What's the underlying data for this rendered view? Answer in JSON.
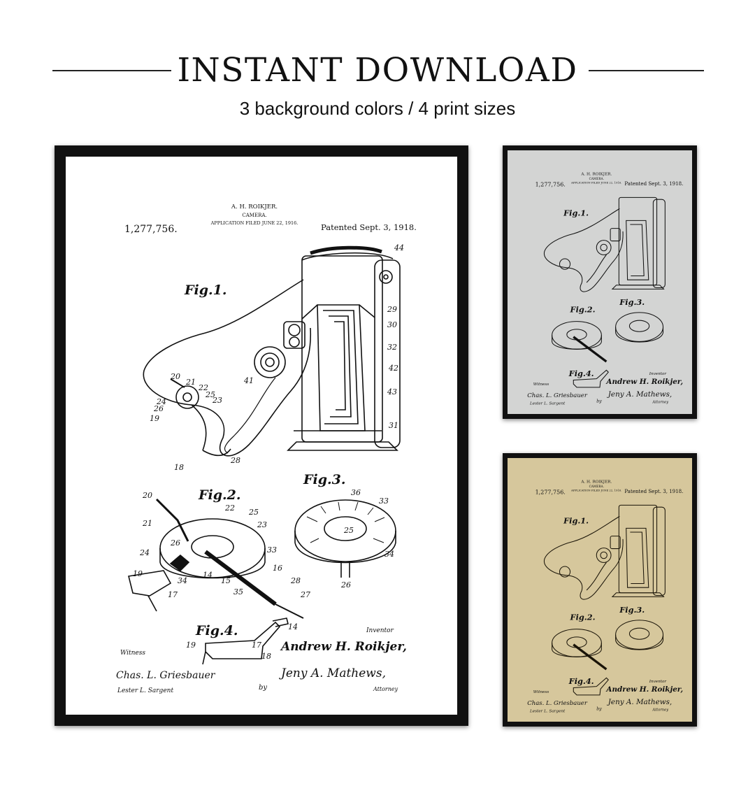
{
  "header": {
    "title": "INSTANT DOWNLOAD",
    "subtitle": "3 background colors  /  4 print sizes"
  },
  "patent": {
    "inventor_header": "A. H. ROIKJER.",
    "subject": "CAMERA.",
    "filed": "APPLICATION FILED JUNE 22, 1916.",
    "number": "1,277,756.",
    "patented": "Patented Sept. 3, 1918.",
    "fig1": "Fig.1.",
    "fig2": "Fig.2.",
    "fig3": "Fig.3.",
    "fig4": "Fig.4.",
    "witness_label": "Witness",
    "inventor_label": "Inventor",
    "inventor_signature": "Andrew H. Roikjer,",
    "witness_signature_1": "Chas. L. Griesbauer",
    "witness_signature_2": "Lester L. Sargent",
    "by": "by",
    "attorney_signature": "Jeny A. Mathews,",
    "attorney_label": "Attorney",
    "ref_numbers": {
      "fig1": [
        "44",
        "29",
        "30",
        "32",
        "42",
        "43",
        "31",
        "41",
        "20",
        "21",
        "22",
        "25",
        "23",
        "24",
        "26",
        "19",
        "18",
        "28"
      ],
      "fig2": [
        "20",
        "21",
        "22",
        "25",
        "23",
        "24",
        "26",
        "33",
        "19",
        "34",
        "14",
        "15",
        "16",
        "17",
        "35",
        "28",
        "27"
      ],
      "fig3": [
        "36",
        "33",
        "25",
        "34",
        "26"
      ],
      "fig4": [
        "14",
        "19",
        "17",
        "18"
      ]
    }
  },
  "variants": [
    {
      "name": "white",
      "paper_color": "#ffffff"
    },
    {
      "name": "gray",
      "paper_color": "#d3d4d3"
    },
    {
      "name": "vintage",
      "paper_color": "#d6c79c"
    }
  ],
  "colors": {
    "frame": "#111111",
    "ink": "#111111"
  }
}
